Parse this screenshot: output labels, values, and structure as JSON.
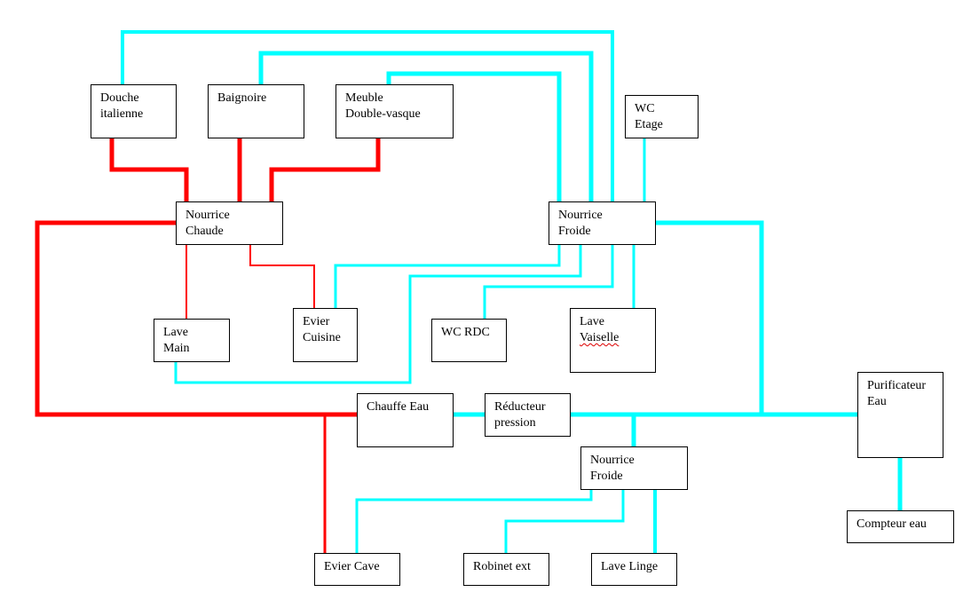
{
  "colors": {
    "cold_water": "#00FFFF",
    "hot_water": "#FF0000",
    "box_border": "#000000"
  },
  "nodes": {
    "douche": {
      "line1": "Douche",
      "line2": "italienne"
    },
    "baignoire": {
      "line1": "Baignoire"
    },
    "meuble": {
      "line1": "Meuble",
      "line2": "Double-vasque"
    },
    "wc_etage": {
      "line1": "WC",
      "line2": "Etage"
    },
    "nourrice_chaude": {
      "line1": "Nourrice",
      "line2": "Chaude"
    },
    "nourrice_froide": {
      "line1": "Nourrice",
      "line2": "Froide"
    },
    "lave_main": {
      "line1": "Lave",
      "line2": "Main"
    },
    "evier_cuisine": {
      "line1": "Evier",
      "line2": "Cuisine"
    },
    "wc_rdc": {
      "line1": "WC RDC"
    },
    "lave_vaisselle": {
      "line1": "Lave",
      "line2": "Vaiselle"
    },
    "chauffe_eau": {
      "line1": "Chauffe Eau"
    },
    "reducteur": {
      "line1": "Réducteur",
      "line2": "pression"
    },
    "purificateur": {
      "line1": "Purificateur",
      "line2": "Eau"
    },
    "nourrice_froide_2": {
      "line1": "Nourrice",
      "line2": "Froide"
    },
    "compteur": {
      "line1": "Compteur eau"
    },
    "evier_cave": {
      "line1": "Evier Cave"
    },
    "robinet_ext": {
      "line1": "Robinet ext"
    },
    "lave_linge": {
      "line1": "Lave Linge"
    }
  }
}
